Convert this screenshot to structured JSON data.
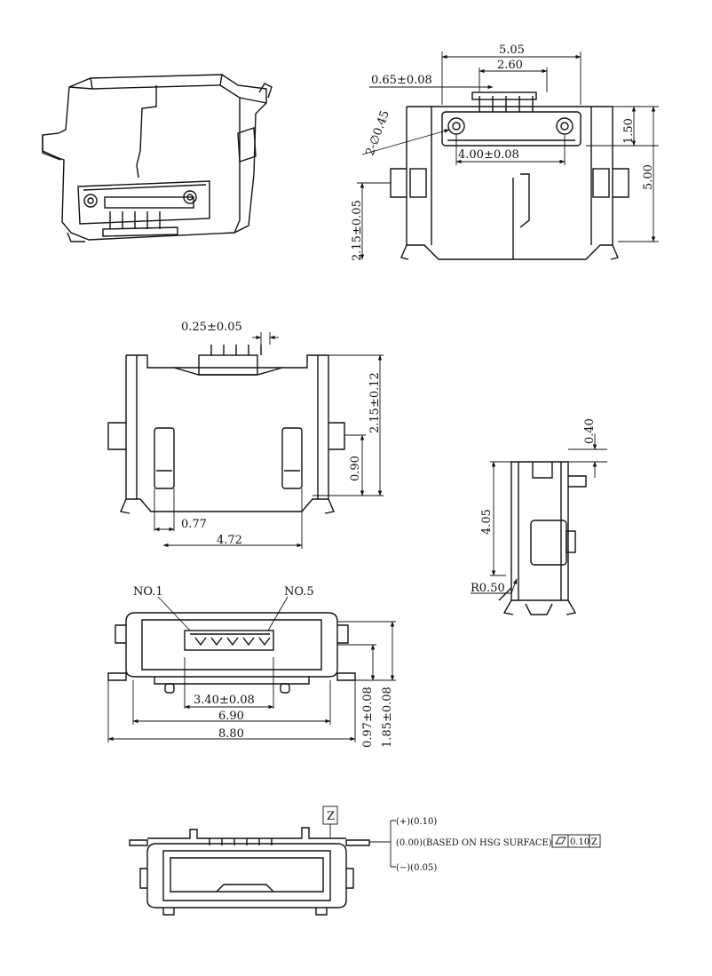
{
  "top_view": {
    "width_outer": "5.05",
    "width_inner": "2.60",
    "pitch": "0.65±0.08",
    "holes": "2-∅0.45",
    "hole_spacing": "4.00±0.08",
    "height_top": "1.50",
    "height_total": "5.00",
    "offset": "2.15±0.05"
  },
  "bottom_view": {
    "pin_width": "0.25±0.05",
    "height": "2.15±0.12",
    "slot_height": "0.90",
    "slot_width": "0.77",
    "slot_span": "4.72"
  },
  "side_view": {
    "tab": "0.40",
    "height": "4.05",
    "radius": "R0.50"
  },
  "front_view": {
    "pin_first": "NO.1",
    "pin_last": "NO.5",
    "pin_span": "3.40±0.08",
    "body_width": "6.90",
    "overall_width": "8.80",
    "height_low": "0.97±0.08",
    "height_high": "1.85±0.08"
  },
  "flatness_view": {
    "datum": "Z",
    "plus": "(+)(0.10)",
    "zero": "(0.00)(BASED ON HSG SURFACE)",
    "minus": "(−)(0.05)",
    "tolerance": "0.10",
    "tolerance_datum": "Z"
  }
}
